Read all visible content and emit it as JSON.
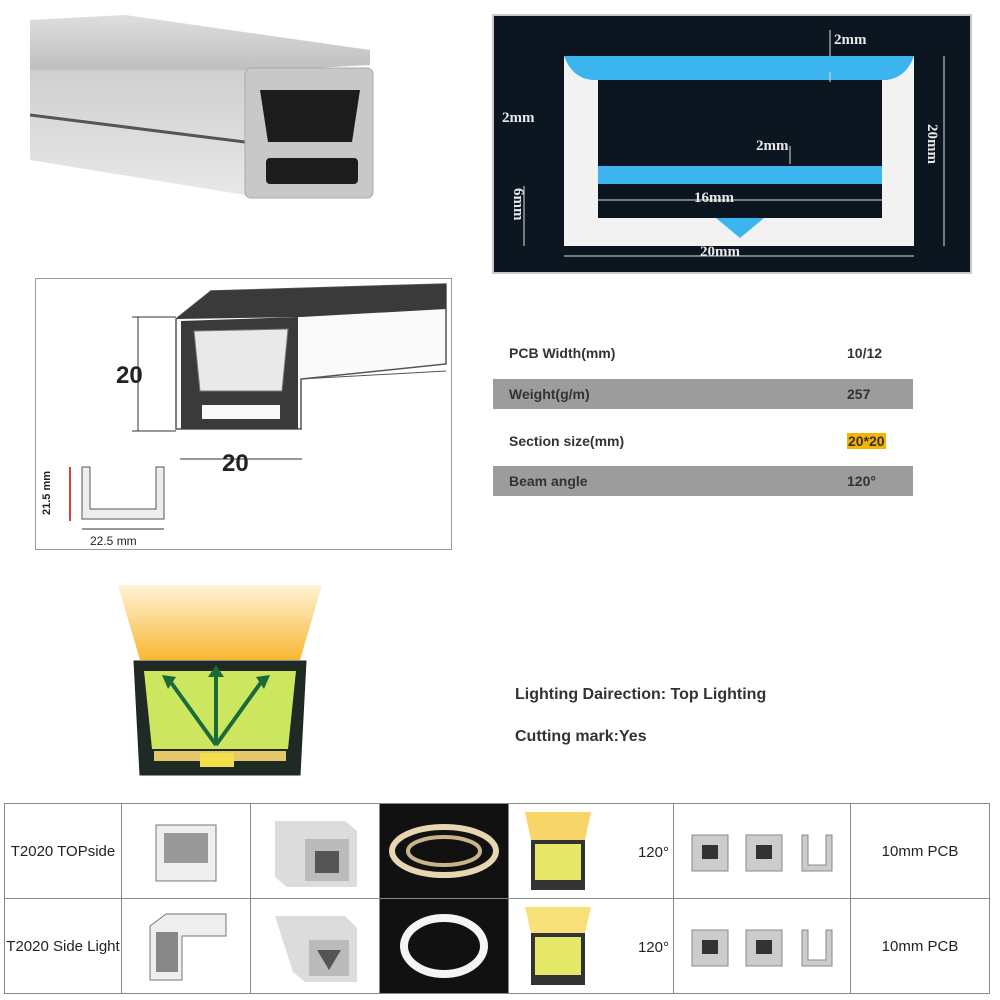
{
  "cross_section": {
    "top_wall": "2mm",
    "side_wall": "2mm",
    "pcb_gap": "2mm",
    "inner_width": "16mm",
    "outer_width": "20mm",
    "height": "20mm",
    "base": "6mm",
    "colors": {
      "background": "#0c1620",
      "accent": "#3bb4f0",
      "body": "#f2f2f2"
    }
  },
  "dimension_drawing": {
    "height": "20",
    "width": "20",
    "clip_height": "21.5 mm",
    "clip_width": "22.5 mm"
  },
  "specs": [
    {
      "label": "PCB Width(mm)",
      "value": "10/12"
    },
    {
      "label": "Weight(g/m)",
      "value": "257"
    },
    {
      "label": "Section size(mm)",
      "value": "20*20"
    },
    {
      "label": "Beam angle",
      "value": "120°"
    }
  ],
  "lighting_direction": "Lighting Dairection: Top Lighting",
  "cutting_mark": "Cutting mark:Yes",
  "products": [
    {
      "model": "T2020 TOPside",
      "angle": "120°",
      "pcb": "10mm PCB"
    },
    {
      "model": "T2020 Side Light",
      "angle": "120°",
      "pcb": "10mm PCB"
    }
  ]
}
